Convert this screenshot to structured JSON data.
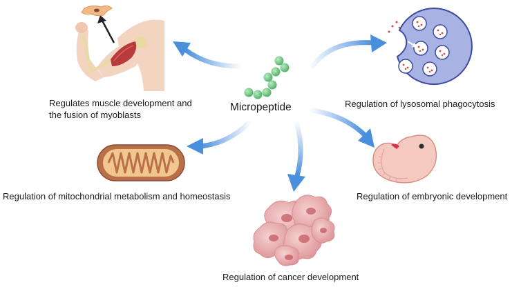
{
  "center": {
    "label": "Micropeptide"
  },
  "nodes": [
    {
      "id": "muscle",
      "label_lines": [
        "Regulates muscle development and",
        "the fusion of myoblasts"
      ],
      "icon": "arm-muscle-icon"
    },
    {
      "id": "lysosome",
      "label_lines": [
        "Regulation of lysosomal phagocytosis"
      ],
      "icon": "lysosome-icon"
    },
    {
      "id": "mitochondria",
      "label_lines": [
        "Regulation of mitochondrial metabolism and homeostasis"
      ],
      "icon": "mitochondrion-icon"
    },
    {
      "id": "embryo",
      "label_lines": [
        "Regulation of embryonic development"
      ],
      "icon": "embryo-icon"
    },
    {
      "id": "cancer",
      "label_lines": [
        "Regulation of cancer development"
      ],
      "icon": "tumor-cells-icon"
    }
  ],
  "colors": {
    "arrow": "#4a8fdc",
    "peptide_bead": "#7cc98a",
    "lysosome_fill": "#a9b3e3",
    "mitochondrion_outer": "#b9704a",
    "embryo_fill": "#f4c9c0",
    "tumor_fill": "#e9a9ab",
    "skin": "#f3d4c0",
    "muscle": "#b83a3a"
  }
}
